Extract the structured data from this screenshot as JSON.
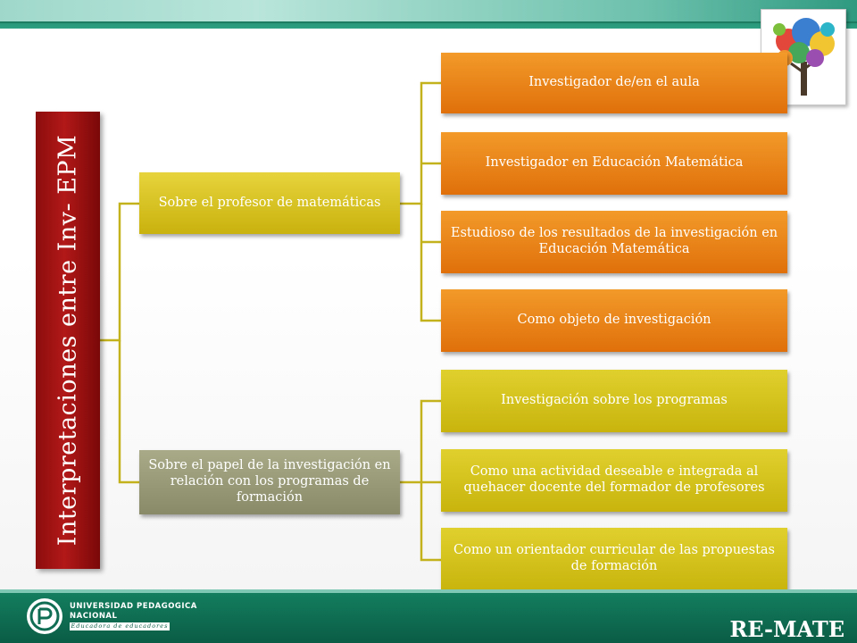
{
  "root": {
    "label": "Interpretaciones  entre Inv- EPM"
  },
  "groups": [
    {
      "label": "Sobre el profesor de matemáticas",
      "items": [
        "Investigador de/en el aula",
        "Investigador en Educación Matemática",
        "Estudioso de los resultados de la investigación en Educación Matemática",
        "Como objeto de investigación"
      ]
    },
    {
      "label": "Sobre el papel de la investigación en relación con los programas de formación",
      "items": [
        "Investigación sobre los programas",
        "Como una actividad deseable e integrada al quehacer docente del formador de profesores",
        "Como un orientador curricular de las propuestas de formación"
      ]
    }
  ],
  "footer": {
    "university_line1": "UNIVERSIDAD PEDAGOGICA",
    "university_line2": "NACIONAL",
    "tagline": "Educadora de educadores",
    "brand": "RE-MATE"
  },
  "colors": {
    "root": "#a31212",
    "group1": "#d4bd1a",
    "group2": "#999b78",
    "orange_items": "#ea8418",
    "yellow_items": "#d6c41e",
    "footer": "#0f6e53"
  },
  "icons": [
    "tree-logo-icon",
    "university-logo-icon"
  ]
}
